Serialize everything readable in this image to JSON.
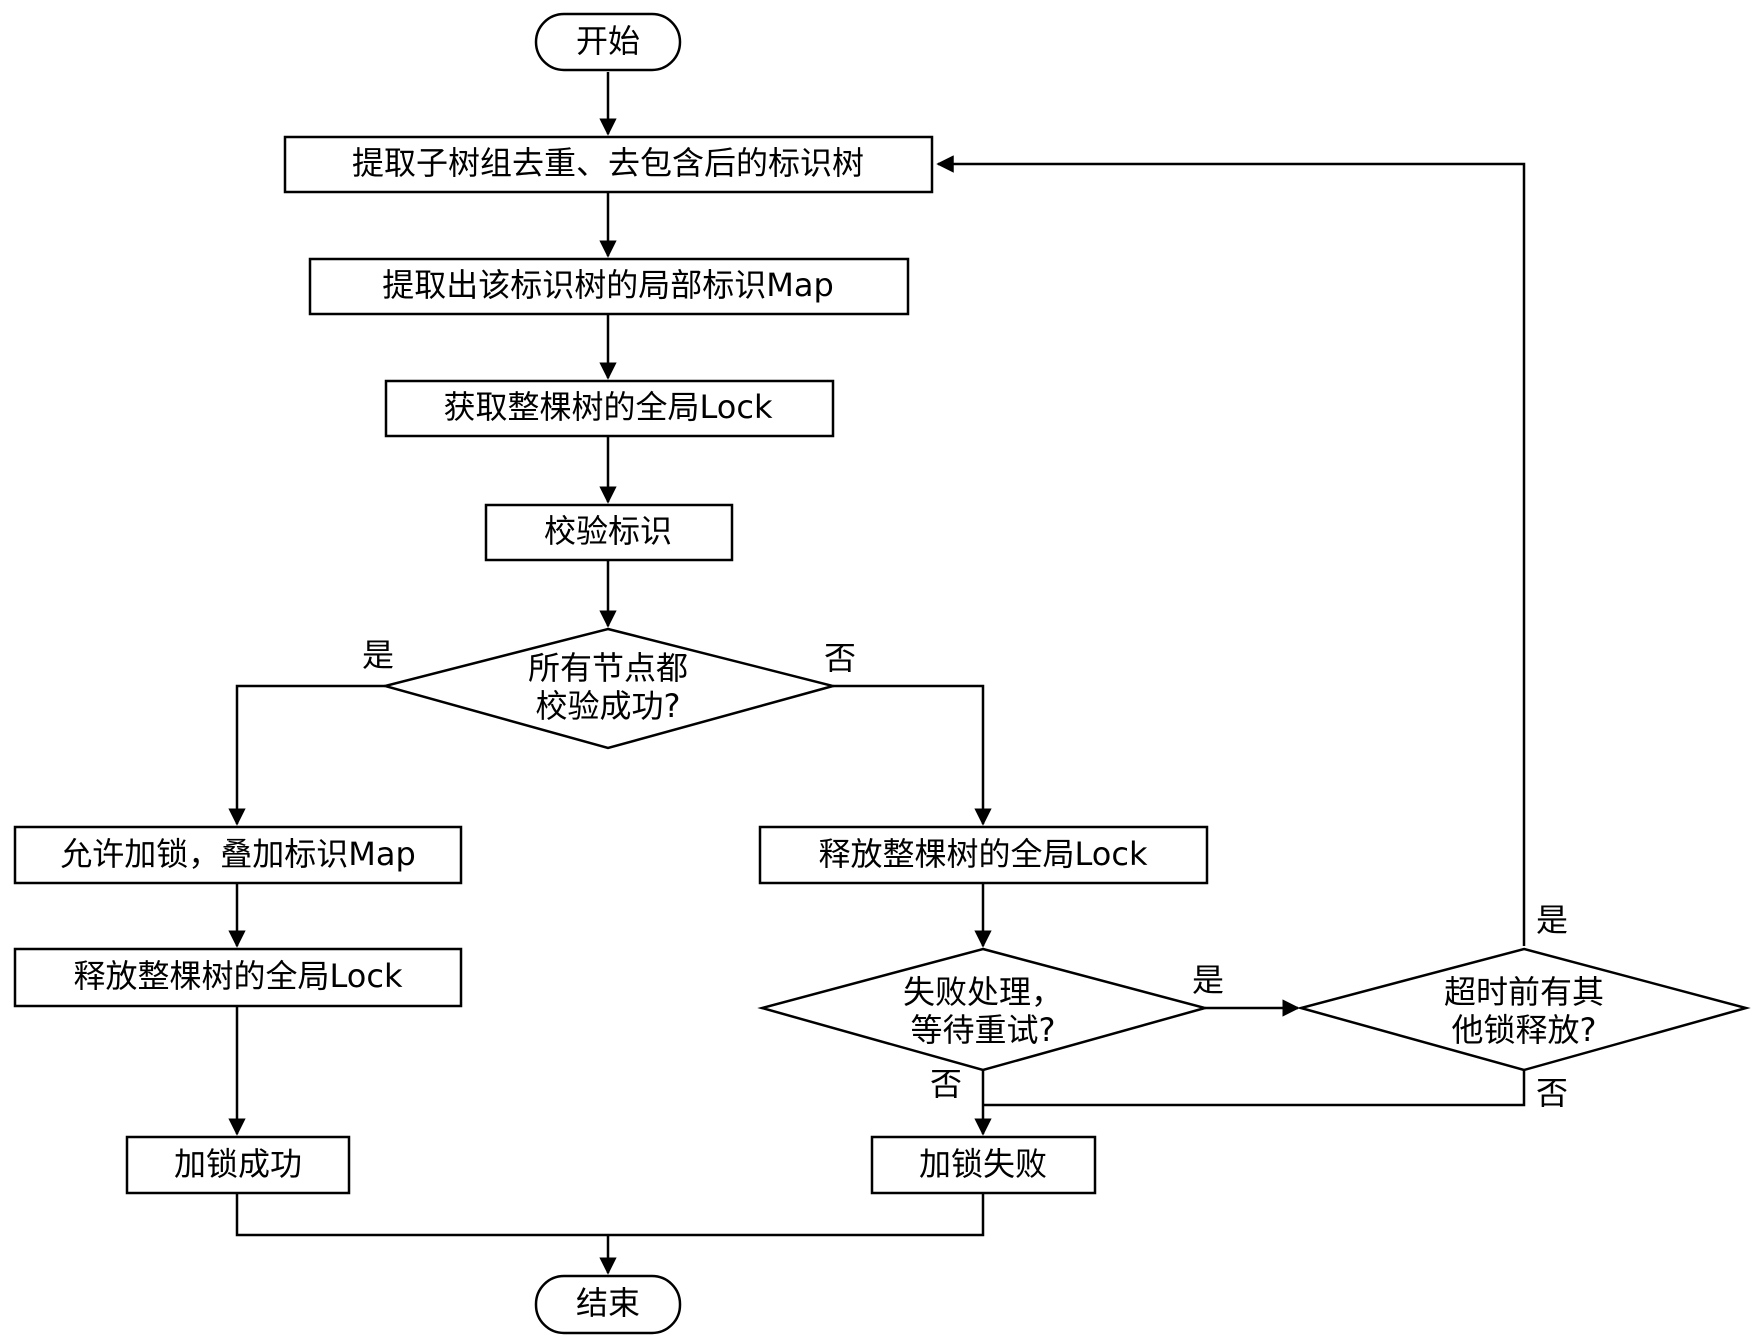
{
  "nodes": {
    "start": "开始",
    "extract_tree": "提取子树组去重、去包含后的标识树",
    "extract_map": "提取出该标识树的局部标识Map",
    "get_lock": "获取整棵树的全局Lock",
    "verify": "校验标识",
    "all_verified_line1": "所有节点都",
    "all_verified_line2": "校验成功?",
    "allow_lock": "允许加锁，叠加标识Map",
    "release_left": "释放整棵树的全局Lock",
    "lock_success": "加锁成功",
    "release_right": "释放整棵树的全局Lock",
    "fail_retry_line1": "失败处理，",
    "fail_retry_line2": "等待重试?",
    "timeout_line1": "超时前有其",
    "timeout_line2": "他锁释放?",
    "lock_fail": "加锁失败",
    "end": "结束"
  },
  "labels": {
    "verified_yes": "是",
    "verified_no": "否",
    "retry_yes": "是",
    "retry_no": "否",
    "timeout_yes": "是",
    "timeout_no": "否"
  }
}
